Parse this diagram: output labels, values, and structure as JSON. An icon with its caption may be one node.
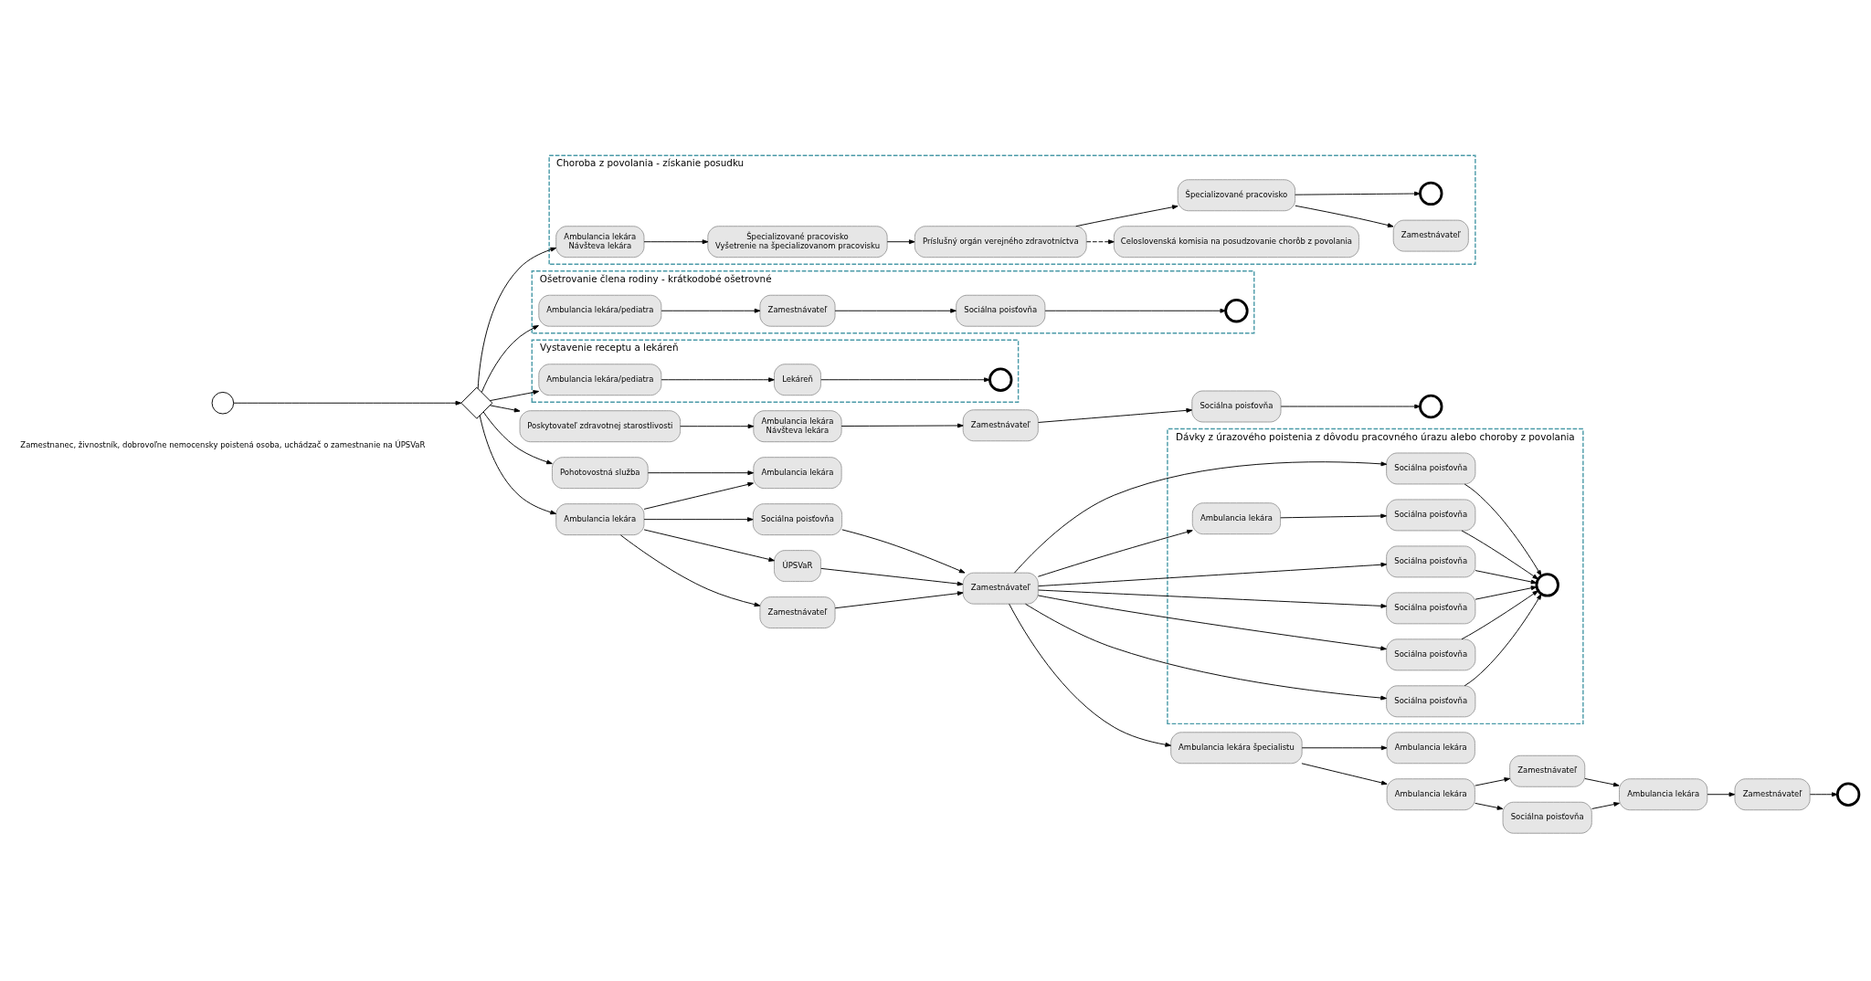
{
  "diagram": {
    "nodes": [
      {
        "text": [
          "Zamestnanec, živnostník, dobrovoľne nemocensky poistená osoba, uchádzač o zamestnanie na ÚPSVaR"
        ]
      },
      {
        "text": [],
        "shape": "circle"
      },
      {
        "text": [],
        "shape": "diamond"
      },
      {
        "text": [
          "Choroba z povolania - získanie posudku"
        ]
      },
      {
        "text": [
          "Ambulancia lekára",
          "Návšteva lekára"
        ],
        "in": 3
      },
      {
        "text": [
          "Špecializované pracovisko",
          "Vyšetrenie na špecializovanom pracovisku"
        ],
        "in": 3
      },
      {
        "text": [
          "Príslušný orgán verejného zdravotníctva"
        ],
        "in": 3
      },
      {
        "text": [
          "Celoslovenská komisia na posudzovanie chorôb z povolania"
        ],
        "in": 3
      },
      {
        "text": [
          "Špecializované pracovisko"
        ],
        "in": 3
      },
      {
        "text": [
          "Zamestnávateľ"
        ],
        "in": 3
      },
      {
        "text": [],
        "shape": "circle",
        "in": 3
      },
      {
        "text": [
          "Ošetrovanie člena rodiny - krátkodobé ošetrovné"
        ]
      },
      {
        "text": [
          "Ambulancia lekára/pediatra"
        ],
        "in": 11
      },
      {
        "text": [
          "Zamestnávateľ"
        ],
        "in": 11
      },
      {
        "text": [
          "Sociálna poisťovňa"
        ],
        "in": 11
      },
      {
        "text": [],
        "shape": "circle",
        "in": 11
      },
      {
        "text": [
          "Vystavenie receptu a lekáreň"
        ]
      },
      {
        "text": [
          "Ambulancia lekára/pediatra"
        ],
        "in": 16
      },
      {
        "text": [
          "Lekáreň"
        ],
        "in": 16
      },
      {
        "text": [],
        "shape": "circle",
        "in": 16
      },
      {
        "text": [
          "Poskytovateľ zdravotnej starostlivosti"
        ]
      },
      {
        "text": [
          "Ambulancia lekára",
          "Návšteva lekára"
        ]
      },
      {
        "text": [
          "Zamestnávateľ"
        ]
      },
      {
        "text": [
          "Sociálna poisťovňa"
        ]
      },
      {
        "text": [],
        "shape": "circle"
      },
      {
        "text": [
          "Pohotovostná služba"
        ]
      },
      {
        "text": [
          "Ambulancia lekára"
        ]
      },
      {
        "text": [
          "Zamestnávateľ"
        ]
      },
      {
        "text": [
          "Sociálna poisťovňa"
        ]
      },
      {
        "text": [
          "ÚPSVaR"
        ]
      },
      {
        "text": [
          "Ambulancia lekára"
        ]
      },
      {
        "text": [
          "Zamestnávateľ"
        ]
      },
      {
        "text": [
          "Ambulancia lekára špecialistu"
        ]
      },
      {
        "text": [
          "Ambulancia lekára"
        ]
      },
      {
        "text": [
          "Ambulancia lekára"
        ]
      },
      {
        "text": [
          "Sociálna poisťovňa"
        ]
      },
      {
        "text": [
          "Zamestnávateľ"
        ]
      },
      {
        "text": [
          "Ambulancia lekára"
        ]
      },
      {
        "text": [
          "Zamestnávateľ"
        ]
      },
      {
        "text": [],
        "shape": "circle"
      },
      {
        "text": [
          "Dávky z úrazového poistenia z dôvodu pracovného úrazu alebo choroby z povolania"
        ]
      },
      {
        "text": [
          "Sociálna poisťovňa"
        ],
        "in": 40
      },
      {
        "text": [
          "Sociálna poisťovňa"
        ],
        "in": 40
      },
      {
        "text": [
          "Sociálna poisťovňa"
        ],
        "in": 40
      },
      {
        "text": [
          "Sociálna poisťovňa"
        ],
        "in": 40
      },
      {
        "text": [
          "Ambulancia lekára"
        ],
        "in": 40
      },
      {
        "text": [
          "Sociálna poisťovňa"
        ],
        "in": 40
      },
      {
        "text": [
          "Sociálna poisťovňa"
        ],
        "in": 40
      },
      {
        "text": [],
        "shape": "circle",
        "in": 40
      }
    ],
    "edges": [
      {
        "from": 1,
        "to": 2,
        "arrow": "to"
      },
      {
        "from": 2,
        "to": 4,
        "arrow": "to"
      },
      {
        "from": 4,
        "to": 5,
        "arrow": "to"
      },
      {
        "from": 5,
        "to": 6,
        "arrow": "to"
      },
      {
        "from": 6,
        "to": 7,
        "arrow": "to",
        "style": "dashed"
      },
      {
        "from": 6,
        "to": 8,
        "arrow": "to"
      },
      {
        "from": 8,
        "to": 10,
        "arrow": "to"
      },
      {
        "from": 8,
        "to": 9,
        "arrow": "to"
      },
      {
        "from": 2,
        "to": 12,
        "arrow": "to"
      },
      {
        "from": 12,
        "to": 13,
        "arrow": "to"
      },
      {
        "from": 13,
        "to": 14,
        "arrow": "to"
      },
      {
        "from": 14,
        "to": 15,
        "arrow": "to"
      },
      {
        "from": 2,
        "to": 17,
        "arrow": "to"
      },
      {
        "from": 17,
        "to": 18,
        "arrow": "to"
      },
      {
        "from": 18,
        "to": 19,
        "arrow": "to"
      },
      {
        "from": 2,
        "to": 20,
        "arrow": "to"
      },
      {
        "from": 20,
        "to": 21,
        "arrow": "to"
      },
      {
        "from": 21,
        "to": 22,
        "arrow": "to"
      },
      {
        "from": 22,
        "to": 23,
        "arrow": "to"
      },
      {
        "from": 23,
        "to": 24,
        "arrow": "to"
      },
      {
        "from": 2,
        "to": 25,
        "arrow": "to"
      },
      {
        "from": 25,
        "to": 26,
        "arrow": "to"
      },
      {
        "from": 2,
        "to": 30,
        "arrow": "to"
      },
      {
        "from": 30,
        "to": 26,
        "arrow": "to"
      },
      {
        "from": 30,
        "to": 27,
        "arrow": "to"
      },
      {
        "from": 30,
        "to": 28,
        "arrow": "to"
      },
      {
        "from": 30,
        "to": 29,
        "arrow": "to"
      },
      {
        "from": 27,
        "to": 31,
        "arrow": "to"
      },
      {
        "from": 28,
        "to": 31,
        "arrow": "to"
      },
      {
        "from": 29,
        "to": 31,
        "arrow": "to"
      },
      {
        "from": 31,
        "to": 32,
        "arrow": "to"
      },
      {
        "from": 32,
        "to": 33,
        "arrow": "to"
      },
      {
        "from": 32,
        "to": 34,
        "arrow": "to"
      },
      {
        "from": 34,
        "to": 35,
        "arrow": "to"
      },
      {
        "from": 34,
        "to": 36,
        "arrow": "to"
      },
      {
        "from": 35,
        "to": 37,
        "arrow": "to"
      },
      {
        "from": 36,
        "to": 37,
        "arrow": "to"
      },
      {
        "from": 37,
        "to": 38,
        "arrow": "to"
      },
      {
        "from": 38,
        "to": 39,
        "arrow": "to"
      },
      {
        "from": 31,
        "to": 41,
        "arrow": "to"
      },
      {
        "from": 31,
        "to": 42,
        "arrow": "to"
      },
      {
        "from": 31,
        "to": 43,
        "arrow": "to"
      },
      {
        "from": 31,
        "to": 44,
        "arrow": "to"
      },
      {
        "from": 31,
        "to": 45,
        "arrow": "to"
      },
      {
        "from": 45,
        "to": 46,
        "arrow": "to"
      },
      {
        "from": 31,
        "to": 47,
        "arrow": "to"
      },
      {
        "from": 41,
        "to": 48,
        "arrow": "to"
      },
      {
        "from": 42,
        "to": 48,
        "arrow": "to"
      },
      {
        "from": 43,
        "to": 48,
        "arrow": "to"
      },
      {
        "from": 44,
        "to": 48,
        "arrow": "to"
      },
      {
        "from": 46,
        "to": 48,
        "arrow": "to"
      },
      {
        "from": 47,
        "to": 48,
        "arrow": "to"
      }
    ]
  }
}
